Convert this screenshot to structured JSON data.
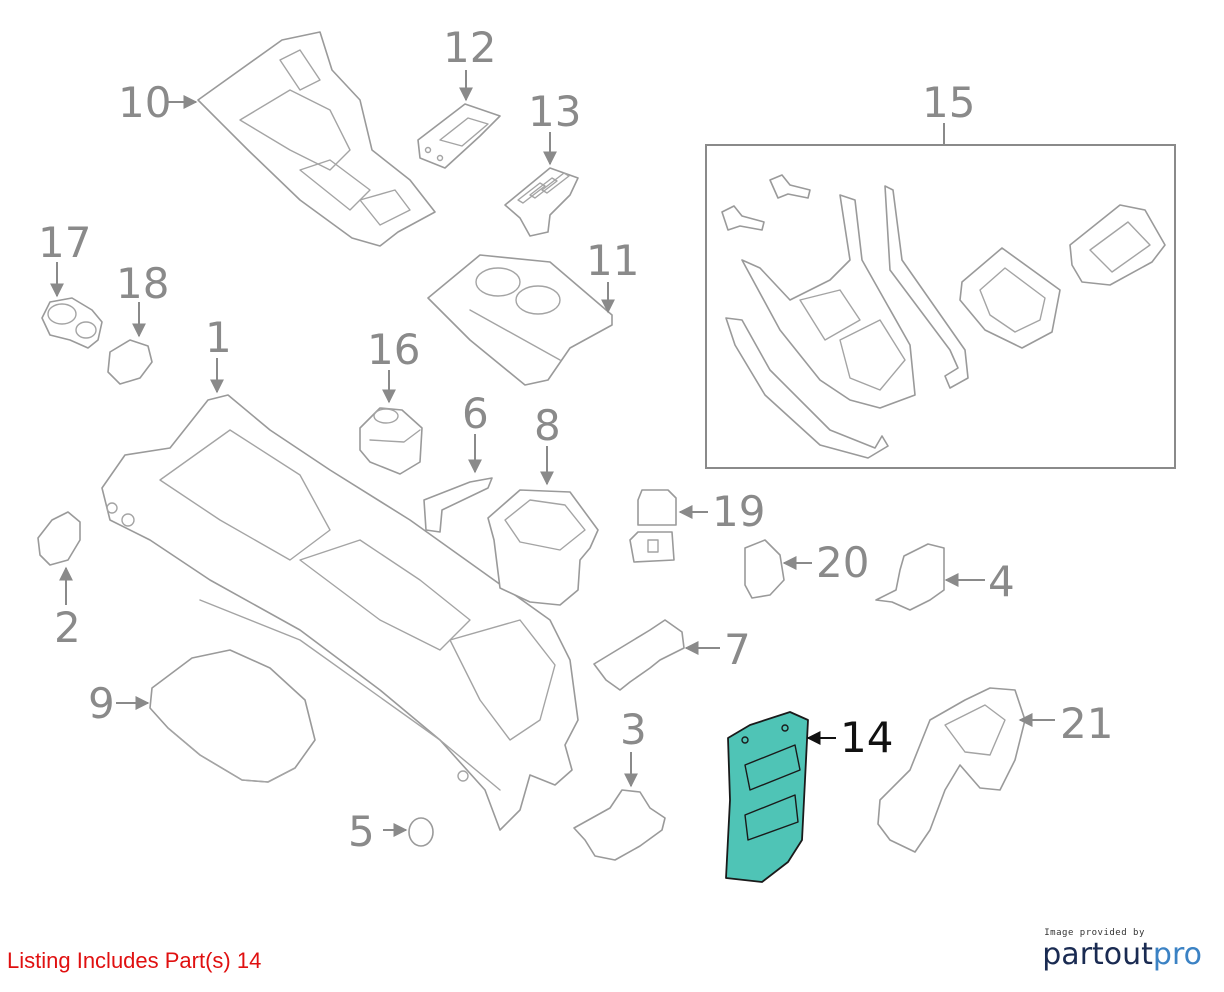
{
  "diagram": {
    "callouts": [
      {
        "id": "1",
        "label": "1"
      },
      {
        "id": "2",
        "label": "2"
      },
      {
        "id": "3",
        "label": "3"
      },
      {
        "id": "4",
        "label": "4"
      },
      {
        "id": "5",
        "label": "5"
      },
      {
        "id": "6",
        "label": "6"
      },
      {
        "id": "7",
        "label": "7"
      },
      {
        "id": "8",
        "label": "8"
      },
      {
        "id": "9",
        "label": "9"
      },
      {
        "id": "10",
        "label": "10"
      },
      {
        "id": "11",
        "label": "11"
      },
      {
        "id": "12",
        "label": "12"
      },
      {
        "id": "13",
        "label": "13"
      },
      {
        "id": "14",
        "label": "14",
        "highlighted": true
      },
      {
        "id": "15",
        "label": "15"
      },
      {
        "id": "16",
        "label": "16"
      },
      {
        "id": "17",
        "label": "17"
      },
      {
        "id": "18",
        "label": "18"
      },
      {
        "id": "19",
        "label": "19"
      },
      {
        "id": "20",
        "label": "20"
      },
      {
        "id": "21",
        "label": "21"
      }
    ],
    "highlight_color": "#4fc4b6",
    "line_color": "#9a9a9a"
  },
  "listing": {
    "text": "Listing Includes Part(s) 14",
    "color": "#e01010"
  },
  "brand": {
    "caption": "Image provided by",
    "name_part1": "partout",
    "name_part2": "pro",
    "color_part1": "#1a2b52",
    "color_part2": "#3b82c4"
  }
}
